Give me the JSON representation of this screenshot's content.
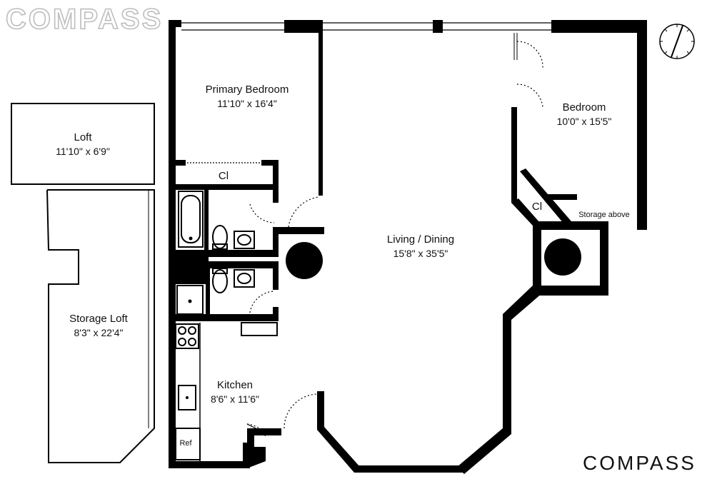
{
  "watermark": "COMPASS",
  "brand": "COMPASS",
  "rooms": {
    "primary_bedroom": {
      "name": "Primary Bedroom",
      "dims": "11'10\" x 16'4\""
    },
    "bedroom": {
      "name": "Bedroom",
      "dims": "10'0\" x 15'5\""
    },
    "living_dining": {
      "name": "Living / Dining",
      "dims": "15'8\" x 35'5\""
    },
    "kitchen": {
      "name": "Kitchen",
      "dims": "8'6\" x 11'6\""
    },
    "loft": {
      "name": "Loft",
      "dims": "11'10\" x 6'9\""
    },
    "storage_loft": {
      "name": "Storage Loft",
      "dims": "8'3\" x 22'4\""
    }
  },
  "labels": {
    "closet_primary": "Cl",
    "closet_bedroom": "Cl",
    "storage_above": "Storage above",
    "refrigerator": "Ref"
  },
  "compass_icon": "north-compass-icon"
}
